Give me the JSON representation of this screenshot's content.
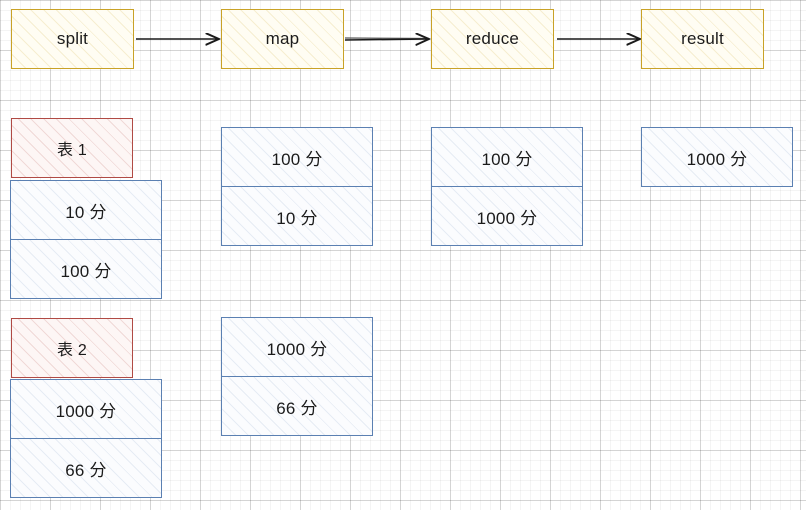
{
  "diagram": {
    "title": "MapReduce split / map / reduce / result flow",
    "colors": {
      "stage_border": "#c9a227",
      "stage_fill": "#fffdf3",
      "cell_border": "#5b80b2",
      "cell_fill": "#fbfcfe",
      "table_border": "#b04a44",
      "table_fill": "#fdf6f5",
      "arrow": "#1a1a1a",
      "grid_minor": "#f0f0f0",
      "grid_major": "#dcdcdc"
    },
    "pipeline": [
      {
        "id": "split",
        "label": "split"
      },
      {
        "id": "map",
        "label": "map"
      },
      {
        "id": "reduce",
        "label": "reduce"
      },
      {
        "id": "result",
        "label": "result"
      }
    ],
    "arrows": [
      {
        "from": "split",
        "to": "map"
      },
      {
        "from": "map",
        "to": "reduce"
      },
      {
        "from": "reduce",
        "to": "result"
      }
    ],
    "split_column": {
      "groups": [
        {
          "header": "表 1",
          "rows": [
            "10 分",
            "100 分"
          ]
        },
        {
          "header": "表 2",
          "rows": [
            "1000 分",
            "66 分"
          ]
        }
      ]
    },
    "map_column": {
      "groups": [
        {
          "rows": [
            "100 分",
            "10 分"
          ]
        },
        {
          "rows": [
            "1000 分",
            "66 分"
          ]
        }
      ]
    },
    "reduce_column": {
      "groups": [
        {
          "rows": [
            "100 分",
            "1000 分"
          ]
        }
      ]
    },
    "result_column": {
      "groups": [
        {
          "rows": [
            "1000 分"
          ]
        }
      ]
    }
  }
}
